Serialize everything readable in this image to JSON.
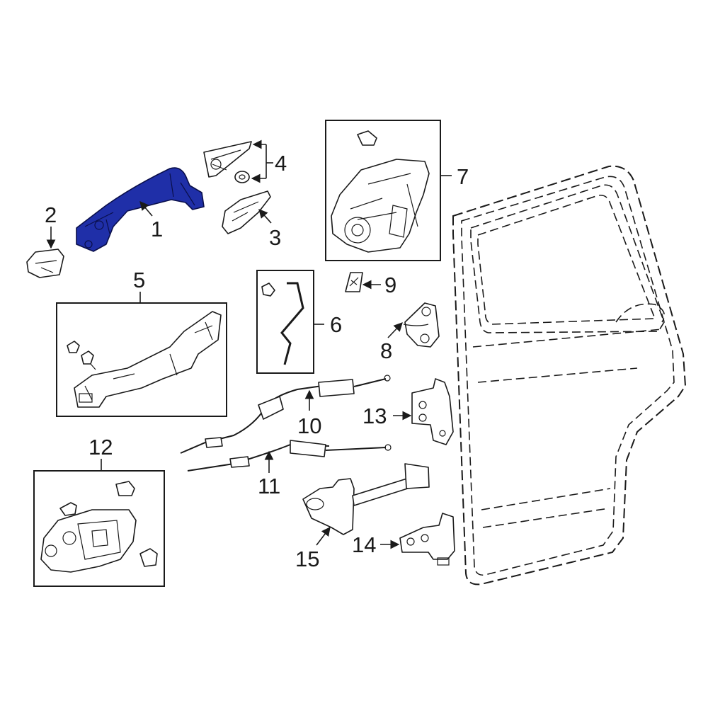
{
  "callouts": {
    "c1": "1",
    "c2": "2",
    "c3": "3",
    "c4": "4",
    "c5": "5",
    "c6": "6",
    "c7": "7",
    "c8": "8",
    "c9": "9",
    "c10": "10",
    "c11": "11",
    "c12": "12",
    "c13": "13",
    "c14": "14",
    "c15": "15"
  },
  "colors": {
    "highlight_part": "#1f2fa8",
    "line": "#1a1a1a",
    "background": "#ffffff"
  }
}
